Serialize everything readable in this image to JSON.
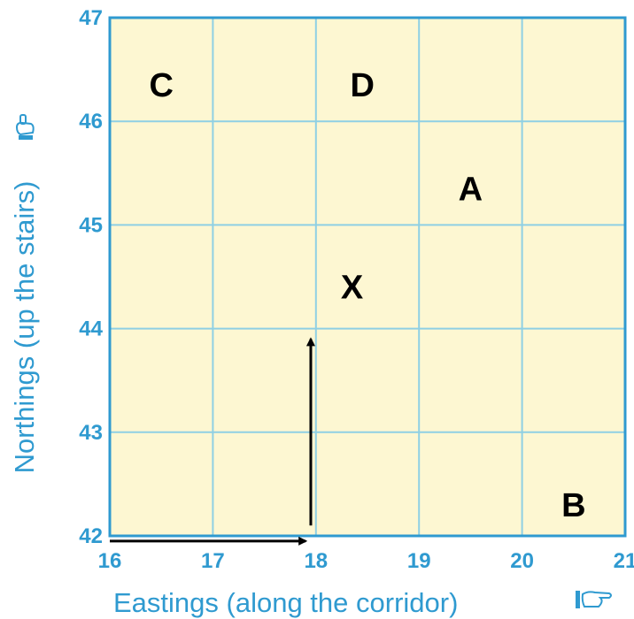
{
  "colors": {
    "grid_fill": "#fdf7d2",
    "grid_line": "#8fd0e4",
    "axis": "#2f9ad0",
    "label": "#2f9ad0",
    "arrow": "#000000",
    "point": "#000000"
  },
  "grid": {
    "x_range": [
      16,
      21
    ],
    "y_range": [
      42,
      47
    ]
  },
  "axes": {
    "x_title": "Eastings (along the corridor)",
    "y_title": "Northings (up the stairs)",
    "x_title_icon": "pointing-hand-right-icon",
    "y_title_icon": "pointing-hand-up-icon",
    "x_ticks": [
      "16",
      "17",
      "18",
      "19",
      "20",
      "21"
    ],
    "y_ticks": [
      "42",
      "43",
      "44",
      "45",
      "46",
      "47"
    ]
  },
  "points": [
    {
      "label": "C",
      "easting": 16.5,
      "northing": 46.35
    },
    {
      "label": "D",
      "easting": 18.45,
      "northing": 46.35
    },
    {
      "label": "A",
      "easting": 19.5,
      "northing": 45.35
    },
    {
      "label": "X",
      "easting": 18.35,
      "northing": 44.4
    },
    {
      "label": "B",
      "easting": 20.5,
      "northing": 42.3
    }
  ],
  "arrows": [
    {
      "name": "eastings-arrow",
      "from": [
        16.0,
        41.95
      ],
      "to": [
        17.9,
        41.95
      ]
    },
    {
      "name": "northings-arrow",
      "from": [
        17.95,
        42.1
      ],
      "to": [
        17.95,
        43.9
      ]
    }
  ]
}
